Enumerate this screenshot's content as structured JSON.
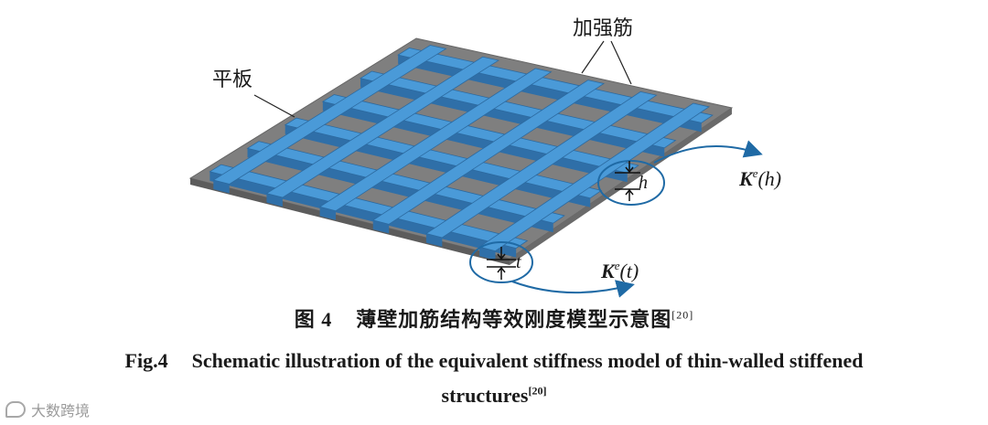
{
  "diagram": {
    "label_plate": "平板",
    "label_ribs": "加强筋",
    "symbol_h": "h",
    "symbol_t": "t",
    "stiffness_h": {
      "symbol": "K",
      "sup": "e",
      "arg": "(h)"
    },
    "stiffness_t": {
      "symbol": "K",
      "sup": "e",
      "arg": "(t)"
    },
    "colors": {
      "plate": "#7f7f7f",
      "rib": "#4a9ad8",
      "callout": "#1f6aa5"
    }
  },
  "caption": {
    "cn_fig": "图 4",
    "cn_text": "薄壁加筋结构等效刚度模型示意图",
    "cn_ref": "[20]",
    "en_fig": "Fig.4",
    "en_text": "Schematic illustration of the equivalent stiffness model of thin-walled stiffened",
    "en_text2": "structures",
    "en_ref": "[20]"
  },
  "watermark": {
    "text": "大数跨境"
  }
}
